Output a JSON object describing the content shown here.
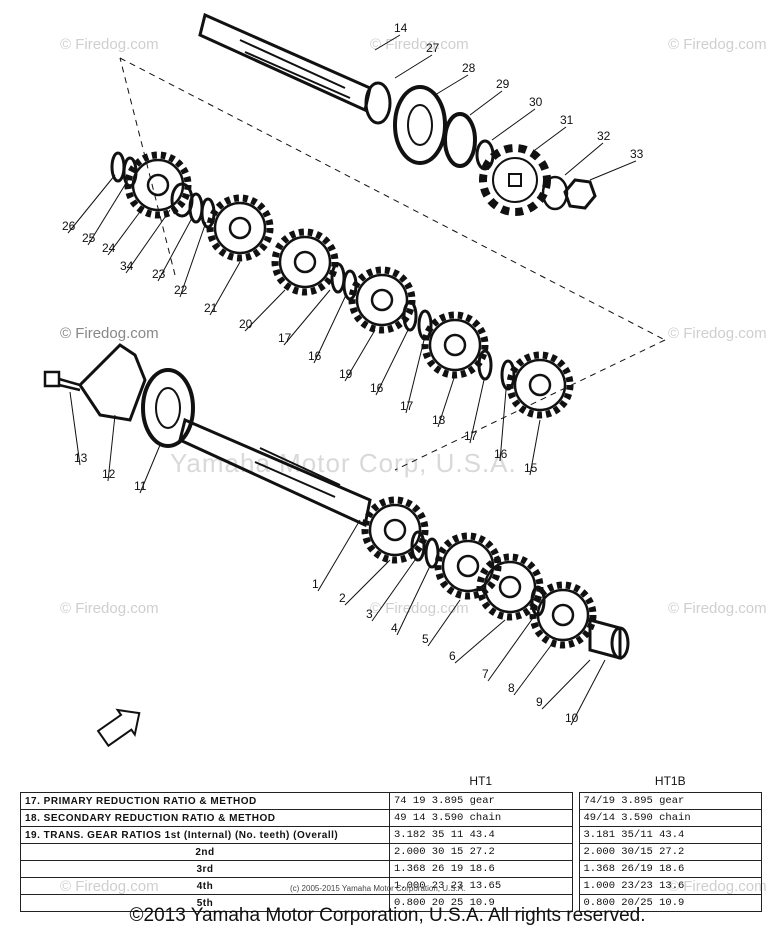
{
  "watermarks": {
    "small": "© Firedog.com",
    "center": "Yamaha Motor Corp, U.S.A."
  },
  "callouts": [
    "14",
    "27",
    "28",
    "29",
    "30",
    "31",
    "32",
    "33",
    "26",
    "25",
    "24",
    "34",
    "23",
    "22",
    "21",
    "20",
    "17",
    "16",
    "19",
    "16",
    "17",
    "18",
    "17",
    "16",
    "15",
    "13",
    "12",
    "11",
    "1",
    "2",
    "3",
    "4",
    "5",
    "6",
    "7",
    "8",
    "9",
    "10"
  ],
  "table": {
    "col_headers": [
      "HT1",
      "HT1B"
    ],
    "rows": [
      {
        "label": "17.   PRIMARY REDUCTION RATIO & METHOD",
        "ht1": "74  19  3.895  gear",
        "ht1b": "74/19  3.895  gear"
      },
      {
        "label": "18.   SECONDARY REDUCTION RATIO & METHOD",
        "ht1": "49  14  3.590  chain",
        "ht1b": "49/14  3.590  chain"
      },
      {
        "label": "19.   TRANS. GEAR RATIOS 1st (Internal) (No. teeth) (Overall)",
        "ht1": "3.182  35  11  43.4",
        "ht1b": "3.181  35/11  43.4"
      },
      {
        "label": "2nd",
        "ht1": "2.000  30  15  27.2",
        "ht1b": "2.000  30/15  27.2"
      },
      {
        "label": "3rd",
        "ht1": "1.368  26  19  18.6",
        "ht1b": "1.368  26/19  18.6"
      },
      {
        "label": "4th",
        "ht1": "1.000  23  23  13.65",
        "ht1b": "1.000  23/23  13.6"
      },
      {
        "label": "5th",
        "ht1": "0.800  20  25  10.9",
        "ht1b": "0.800  20/25  10.9"
      }
    ],
    "small_copyright": "(c) 2005-2015 Yamaha Motor Corporation, U.S.A."
  },
  "footer": "©2013 Yamaha Motor Corporation, U.S.A. All rights reserved."
}
